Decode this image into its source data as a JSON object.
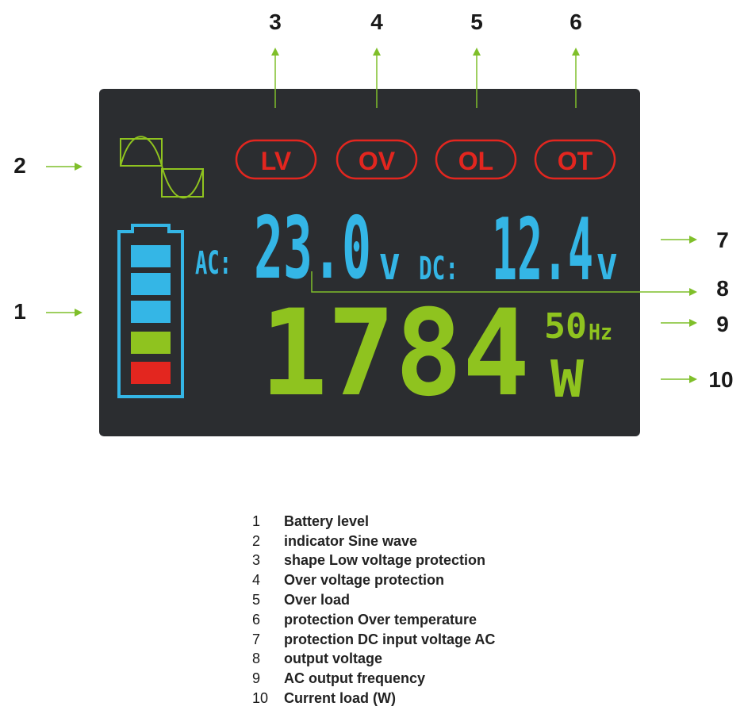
{
  "callouts": [
    "1",
    "2",
    "3",
    "4",
    "5",
    "6",
    "7",
    "8",
    "9",
    "10"
  ],
  "display": {
    "indicators": [
      "LV",
      "OV",
      "OL",
      "OT"
    ],
    "ac_label": "AC:",
    "ac_value": "23.0",
    "ac_unit": "V",
    "dc_label": "DC:",
    "dc_value": "12.4",
    "dc_unit": "V",
    "load_value": "1784",
    "freq_value": "50",
    "freq_unit": "Hz",
    "load_unit": "W"
  },
  "colors": {
    "screen": "#2b2d30",
    "blue": "#34b6e6",
    "green": "#8fc31f",
    "red": "#e3261f",
    "arrow": "#7fbf2a"
  },
  "battery": {
    "level_icon": "battery-icon",
    "segments": [
      "#34b6e6",
      "#34b6e6",
      "#34b6e6",
      "#8fc31f",
      "#e3261f"
    ]
  },
  "legend": [
    {
      "num": "1",
      "text": "Battery level"
    },
    {
      "num": "2",
      "text": "indicator Sine wave"
    },
    {
      "num": "3",
      "text": "shape Low voltage protection"
    },
    {
      "num": "4",
      "text": "Over voltage protection"
    },
    {
      "num": "5",
      "text": "Over load"
    },
    {
      "num": "6",
      "text": "protection Over temperature"
    },
    {
      "num": "7",
      "text": "protection DC input voltage AC"
    },
    {
      "num": "8",
      "text": "output voltage"
    },
    {
      "num": "9",
      "text": "AC output frequency"
    },
    {
      "num": "10",
      "text": "Current load (W)"
    }
  ]
}
